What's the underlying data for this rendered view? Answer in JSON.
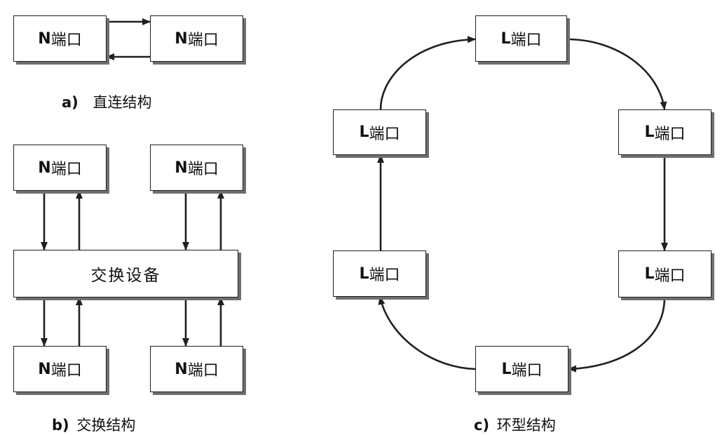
{
  "diagrams": {
    "a": {
      "caption": {
        "letter": "a)",
        "text": "直连结构"
      },
      "ports": [
        {
          "letter": "N",
          "text": "端口"
        },
        {
          "letter": "N",
          "text": "端口"
        }
      ]
    },
    "b": {
      "caption": {
        "letter": "b)",
        "text": "交换结构"
      },
      "switch_label": "交换设备",
      "ports": [
        {
          "letter": "N",
          "text": "端口"
        },
        {
          "letter": "N",
          "text": "端口"
        },
        {
          "letter": "N",
          "text": "端口"
        },
        {
          "letter": "N",
          "text": "端口"
        }
      ]
    },
    "c": {
      "caption": {
        "letter": "c)",
        "text": "环型结构"
      },
      "ports": [
        {
          "letter": "L",
          "text": "端口"
        },
        {
          "letter": "L",
          "text": "端口"
        },
        {
          "letter": "L",
          "text": "端口"
        },
        {
          "letter": "L",
          "text": "端口"
        },
        {
          "letter": "L",
          "text": "端口"
        },
        {
          "letter": "L",
          "text": "端口"
        }
      ]
    }
  },
  "colors": {
    "stroke": "#1f1f1f",
    "shadow": "#6f6f6f",
    "text": "#111111"
  }
}
